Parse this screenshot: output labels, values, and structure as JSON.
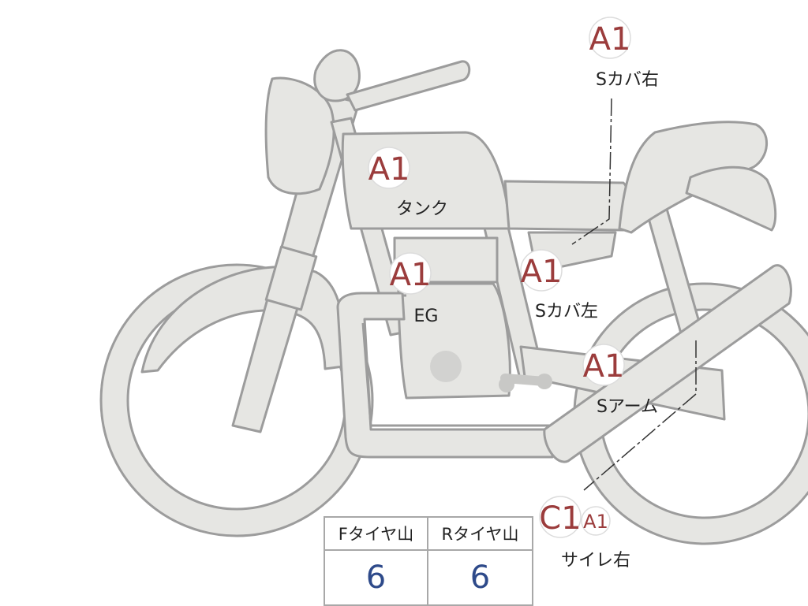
{
  "parts": [
    {
      "id": "s-cover-right",
      "grade": "A1",
      "label": "Sカバ右"
    },
    {
      "id": "tank",
      "grade": "A1",
      "label": "タンク"
    },
    {
      "id": "engine",
      "grade": "A1",
      "label": "EG"
    },
    {
      "id": "s-cover-left",
      "grade": "A1",
      "label": "Sカバ左"
    },
    {
      "id": "swing-arm",
      "grade": "A1",
      "label": "Sアーム"
    },
    {
      "id": "muffler-right",
      "grade": "C1",
      "grade_secondary": "A1",
      "label": "サイレ右"
    }
  ],
  "tire_tread": {
    "front": {
      "label": "Fタイヤ山",
      "value": "6"
    },
    "rear": {
      "label": "Rタイヤ山",
      "value": "6"
    }
  },
  "colors": {
    "grade": "#9b3c3c",
    "tread_value": "#2e4a8a",
    "bike_fill": "#e6e6e3",
    "bike_stroke": "#9c9c9c"
  }
}
